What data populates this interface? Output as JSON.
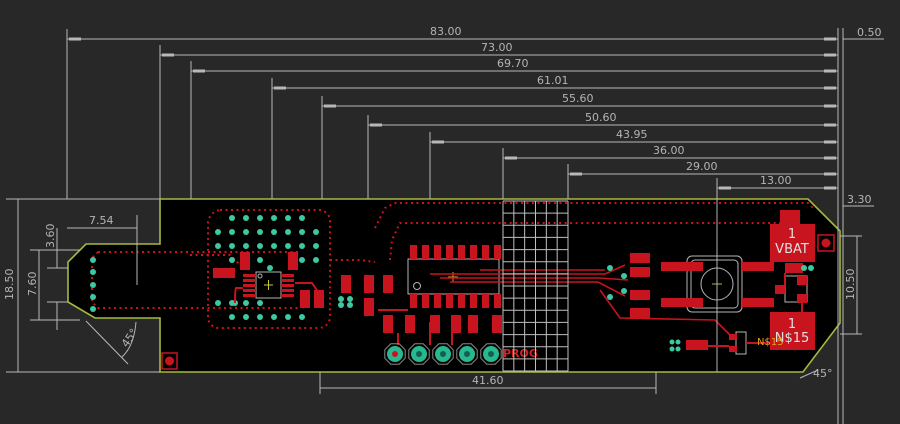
{
  "view": {
    "app": "PCB board layout editor",
    "background_color": "#282828",
    "board_fill_color": "#000000",
    "board_outline_color": "#a8b840",
    "copper_color": "#c8141e",
    "via_color": "#3cc8a0",
    "dimension_color": "#b8b8b8"
  },
  "dimensions": {
    "horizontal_top": [
      {
        "id": "dim-83",
        "label": "83.00"
      },
      {
        "id": "dim-73",
        "label": "73.00"
      },
      {
        "id": "dim-69-70",
        "label": "69.70"
      },
      {
        "id": "dim-61-01",
        "label": "61.01"
      },
      {
        "id": "dim-55-60",
        "label": "55.60"
      },
      {
        "id": "dim-50-60",
        "label": "50.60"
      },
      {
        "id": "dim-43-95",
        "label": "43.95"
      },
      {
        "id": "dim-36",
        "label": "36.00"
      },
      {
        "id": "dim-29",
        "label": "29.00"
      },
      {
        "id": "dim-13",
        "label": "13.00"
      }
    ],
    "right_offset_top": "0.50",
    "right_chamfer": "3.30",
    "right_height": "10.50",
    "left_total_height": "18.50",
    "left_tab_height": "7.60",
    "left_chamfer": "3.60",
    "left_tab_width": "7.54",
    "bottom_width": "41.60",
    "left_angle": "45°",
    "right_angle": "45°"
  },
  "labels": {
    "vbat_pad_number": "1",
    "vbat_pad_name": "VBAT",
    "ns15_pad_number": "1",
    "ns15_pad_name": "N$15",
    "ns15_net": "N$15",
    "prog_header": "PROG"
  }
}
